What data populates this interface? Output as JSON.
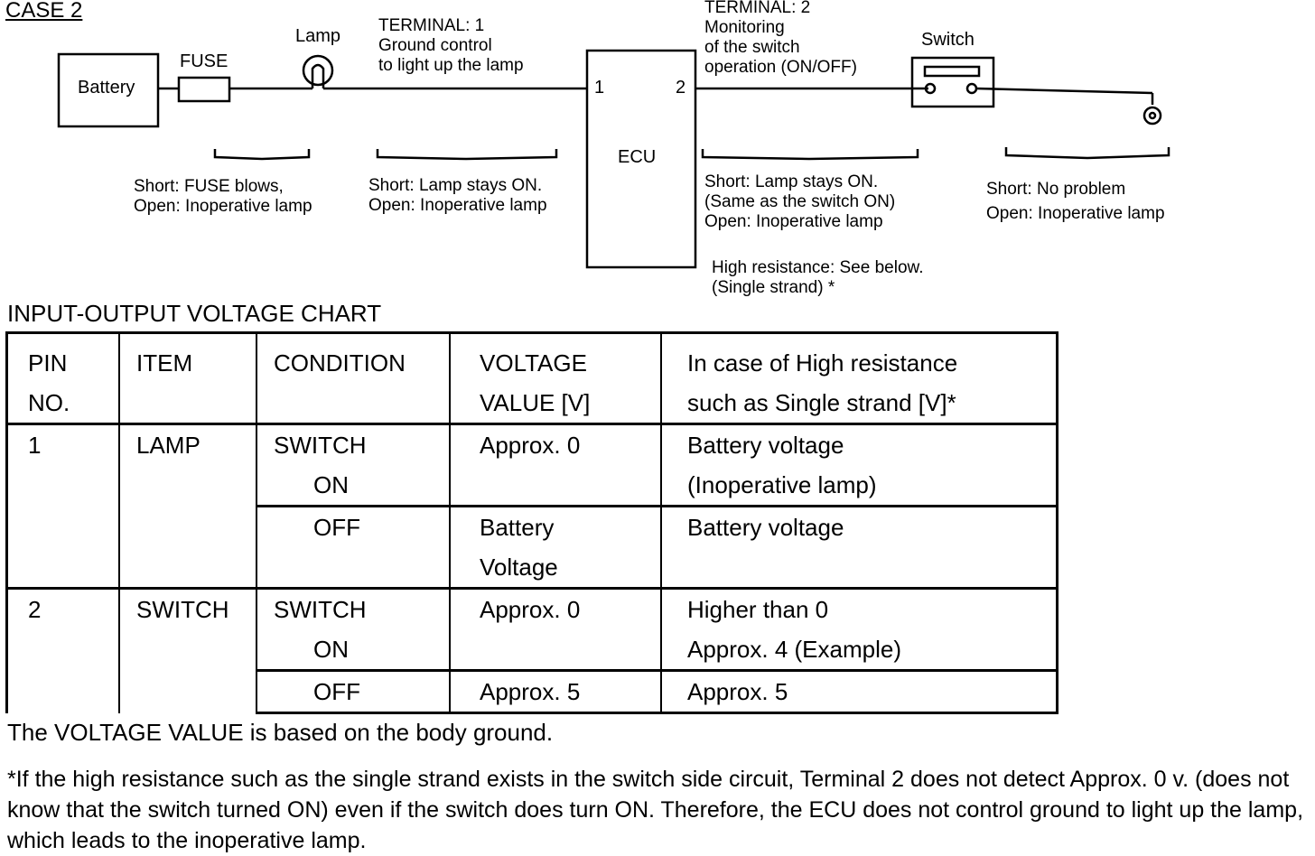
{
  "case_title": "CASE 2",
  "diagram": {
    "battery": "Battery",
    "fuse": "FUSE",
    "lamp": "Lamp",
    "ecu": "ECU",
    "switch": "Switch",
    "pin1": "1",
    "pin2": "2",
    "terminal1": [
      "TERMINAL: 1",
      "Ground control",
      "to light up the lamp"
    ],
    "terminal2": [
      "TERMINAL: 2",
      "Monitoring",
      "of the switch",
      "operation (ON/OFF)"
    ],
    "seg1": [
      "Short: FUSE blows,",
      "Open: Inoperative lamp"
    ],
    "seg2": [
      "Short: Lamp stays ON.",
      "Open: Inoperative lamp"
    ],
    "seg3": [
      "Short: Lamp stays ON.",
      "(Same as the switch ON)",
      "Open: Inoperative lamp"
    ],
    "seg4": [
      "Short:  No problem",
      "Open:  Inoperative lamp"
    ],
    "high_res": [
      "High resistance: See below.",
      "(Single strand) *"
    ]
  },
  "chart_title": "INPUT-OUTPUT VOLTAGE CHART",
  "table": {
    "headers": {
      "pin": [
        "PIN",
        "NO."
      ],
      "item": "ITEM",
      "condition": "CONDITION",
      "voltage": [
        "VOLTAGE",
        "VALUE [V]"
      ],
      "high_res": [
        "In case of High resistance",
        "such as Single strand [V]*"
      ]
    },
    "rows": [
      {
        "pin": "1",
        "item": "LAMP",
        "on": {
          "cond": [
            "SWITCH",
            "ON"
          ],
          "voltage": "Approx. 0",
          "high_res": [
            "Battery voltage",
            "(Inoperative lamp)"
          ]
        },
        "off": {
          "cond": "OFF",
          "voltage": [
            "Battery",
            "Voltage"
          ],
          "high_res": "Battery voltage"
        }
      },
      {
        "pin": "2",
        "item": "SWITCH",
        "on": {
          "cond": [
            "SWITCH",
            "ON"
          ],
          "voltage": "Approx. 0",
          "high_res": [
            "Higher than 0",
            "Approx. 4 (Example)"
          ]
        },
        "off": {
          "cond": "OFF",
          "voltage": "Approx. 5",
          "high_res": "Approx. 5"
        }
      }
    ]
  },
  "note1": "The VOLTAGE VALUE is based on the body ground.",
  "note2": "*If the high resistance such as the single strand exists in the switch side circuit, Terminal 2 does not detect Approx. 0 v. (does not know that the switch turned ON) even if the switch does turn ON.  Therefore, the ECU does not control ground to light up the lamp, which leads to the inoperative lamp."
}
